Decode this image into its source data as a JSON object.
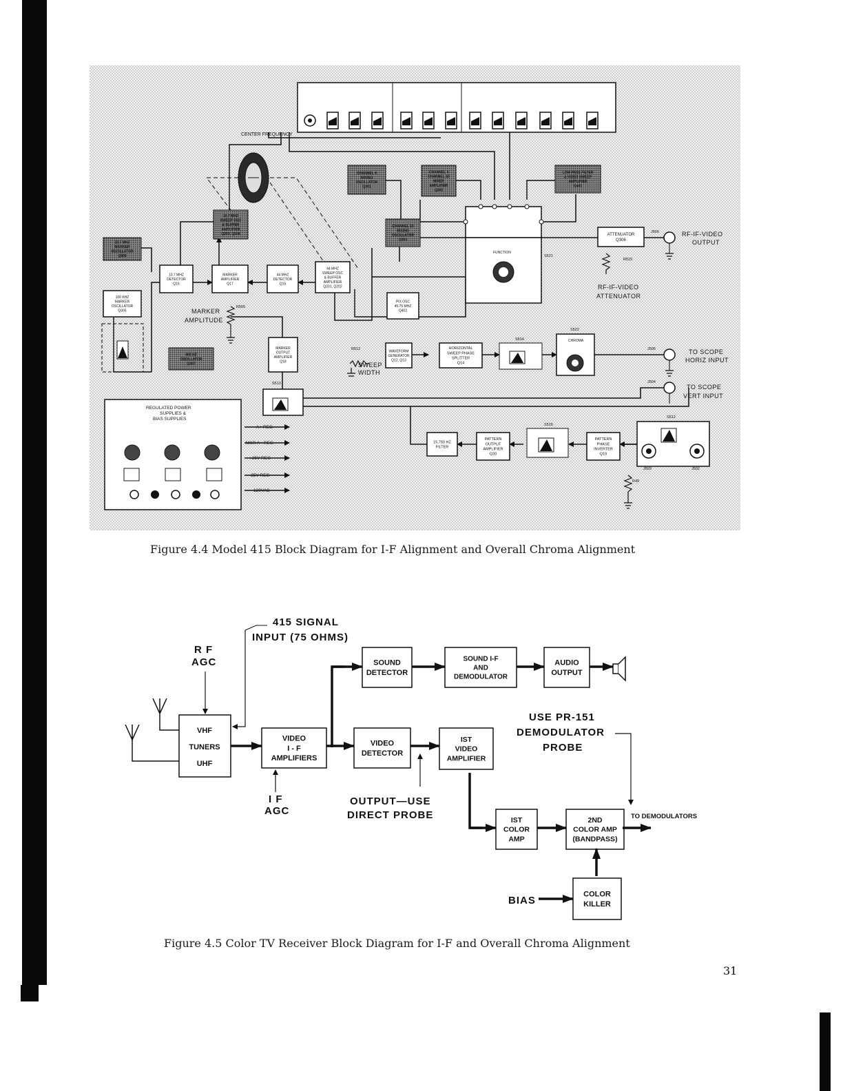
{
  "page_number": "31",
  "fig44": {
    "caption": "Figure 4.4  Model 415 Block Diagram for I-F Alignment and Overall Chroma Alignment",
    "center_frequency": "CENTER FREQUENCY",
    "blocks": {
      "sweep_osc_107": [
        "10.7 MHZ",
        "SWEEP OSC",
        "& BUFFER",
        "AMPLIFIER",
        "Q203, Q104"
      ],
      "marker_osc_107": [
        "10.7 MHZ",
        "MARKER",
        "OSCILLATOR",
        "Q906"
      ],
      "marker_osc_100k": [
        "100 KHZ",
        "MARKER",
        "OSCILLATOR",
        "Q305"
      ],
      "detector_107": [
        "10.7 MHZ",
        "DETECTOR",
        "Q16"
      ],
      "marker_amp": [
        "MARKER",
        "AMPLIFIER",
        "Q17"
      ],
      "detector_44": [
        "44 MHZ",
        "DETECTOR",
        "Q15"
      ],
      "sweep_osc_44": [
        "44 MHZ",
        "SWEEP OSC",
        "& BUFFER",
        "AMPLIFIER",
        "Q201, Q202"
      ],
      "ch4_osc": [
        "CHANNEL 4",
        "MIXING",
        "OSCILLATOR",
        "Q301"
      ],
      "ch4_mixer": [
        "CHANNEL 4",
        "CHANNEL 10",
        "MIXER",
        "AMPLIFIER",
        "Q302"
      ],
      "ch10_osc": [
        "CHANNEL 10",
        "MIXING",
        "OSCILLATOR",
        "Q303"
      ],
      "lowpass": [
        "LOW PASS FILTER",
        "& VIDEO SWEEP",
        "AMPLIFIER",
        "Q401"
      ],
      "pix_osc": [
        "PIX OSC",
        "45.75 MHZ",
        "Q402"
      ],
      "attenuator": [
        "ATTENUATOR",
        "Q306"
      ],
      "marker_out_amp": [
        "MARKER",
        "OUTPUT",
        "AMPLIFIER",
        "Q18"
      ],
      "osc_400": [
        "400 HZ",
        "OSCILLATOR",
        "Q307"
      ],
      "waveform_gen": [
        "WAVEFORM",
        "GENERATOR",
        "Q12, Q13"
      ],
      "horiz_splitter": [
        "HORIZONTAL",
        "SWEEP PHASE",
        "SPLITTER",
        "Q14"
      ],
      "filter_15750": [
        "15,750 HZ",
        "FILTER"
      ],
      "pattern_amp": [
        "PATTERN",
        "OUTPUT",
        "AMPLIFIER",
        "Q20"
      ],
      "pattern_inverter": [
        "PATTERN",
        "PHASE",
        "INVERTER",
        "Q19"
      ]
    },
    "power": {
      "title": [
        "REGULATED POWER",
        "SUPPLIES &",
        "BIAS SUPPLIES"
      ],
      "outputs": [
        "A+ REG",
        "MKR A+ REG",
        "+25V REG",
        "-25V REG",
        "120VAC"
      ]
    },
    "labels": {
      "rf_out": [
        "RF-IF-VIDEO",
        "OUTPUT"
      ],
      "rf_att": [
        "RF-IF-VIDEO",
        "ATTENUATOR"
      ],
      "scope_h": [
        "TO SCOPE",
        "HORIZ INPUT"
      ],
      "scope_v": [
        "TO SCOPE",
        "VERT INPUT"
      ],
      "marker_amplitude": [
        "MARKER",
        "AMPLITUDE"
      ],
      "sweep_width": [
        "SWEEP",
        "WIDTH"
      ],
      "function": "FUNCTION",
      "chroma": "CHROMA",
      "ref": {
        "j506": "J506",
        "r515": "R515",
        "s521": "S521",
        "r505": "R505",
        "j505": "J505",
        "s522": "S522",
        "s514": "S514",
        "r512": "R512",
        "j504": "J504",
        "s513": "S513",
        "s515": "S515",
        "s512": "S512",
        "j503": "J503",
        "j502": "J502",
        "r49": "R49"
      }
    }
  },
  "fig45": {
    "caption": "Figure 4.5  Color TV Receiver Block Diagram for I-F and Overall Chroma Alignment",
    "signal_input": [
      "415 SIGNAL",
      "INPUT (75 OHMS)"
    ],
    "rf_agc": [
      "R F",
      "AGC"
    ],
    "if_agc": [
      "I F",
      "AGC"
    ],
    "tuners": {
      "vhf": "VHF",
      "tuners": "TUNERS",
      "uhf": "UHF"
    },
    "video_if": [
      "VIDEO",
      "I - F",
      "AMPLIFIERS"
    ],
    "sound_det": [
      "SOUND",
      "DETECTOR"
    ],
    "sound_if": [
      "SOUND  I-F",
      "AND",
      "DEMODULATOR"
    ],
    "audio_out": [
      "AUDIO",
      "OUTPUT"
    ],
    "video_det": [
      "VIDEO",
      "DETECTOR"
    ],
    "video_amp1": [
      "IST",
      "VIDEO",
      "AMPLIFIER"
    ],
    "use_probe": [
      "USE  PR-151",
      "DEMODULATOR",
      "PROBE"
    ],
    "output_probe": [
      "OUTPUT—USE",
      "DIRECT PROBE"
    ],
    "color_amp1": [
      "IST",
      "COLOR",
      "AMP"
    ],
    "color_amp2": [
      "2ND",
      "COLOR AMP",
      "(BANDPASS)"
    ],
    "to_demod": "TO DEMODULATORS",
    "color_killer": [
      "COLOR",
      "KILLER"
    ],
    "bias": "BIAS"
  }
}
